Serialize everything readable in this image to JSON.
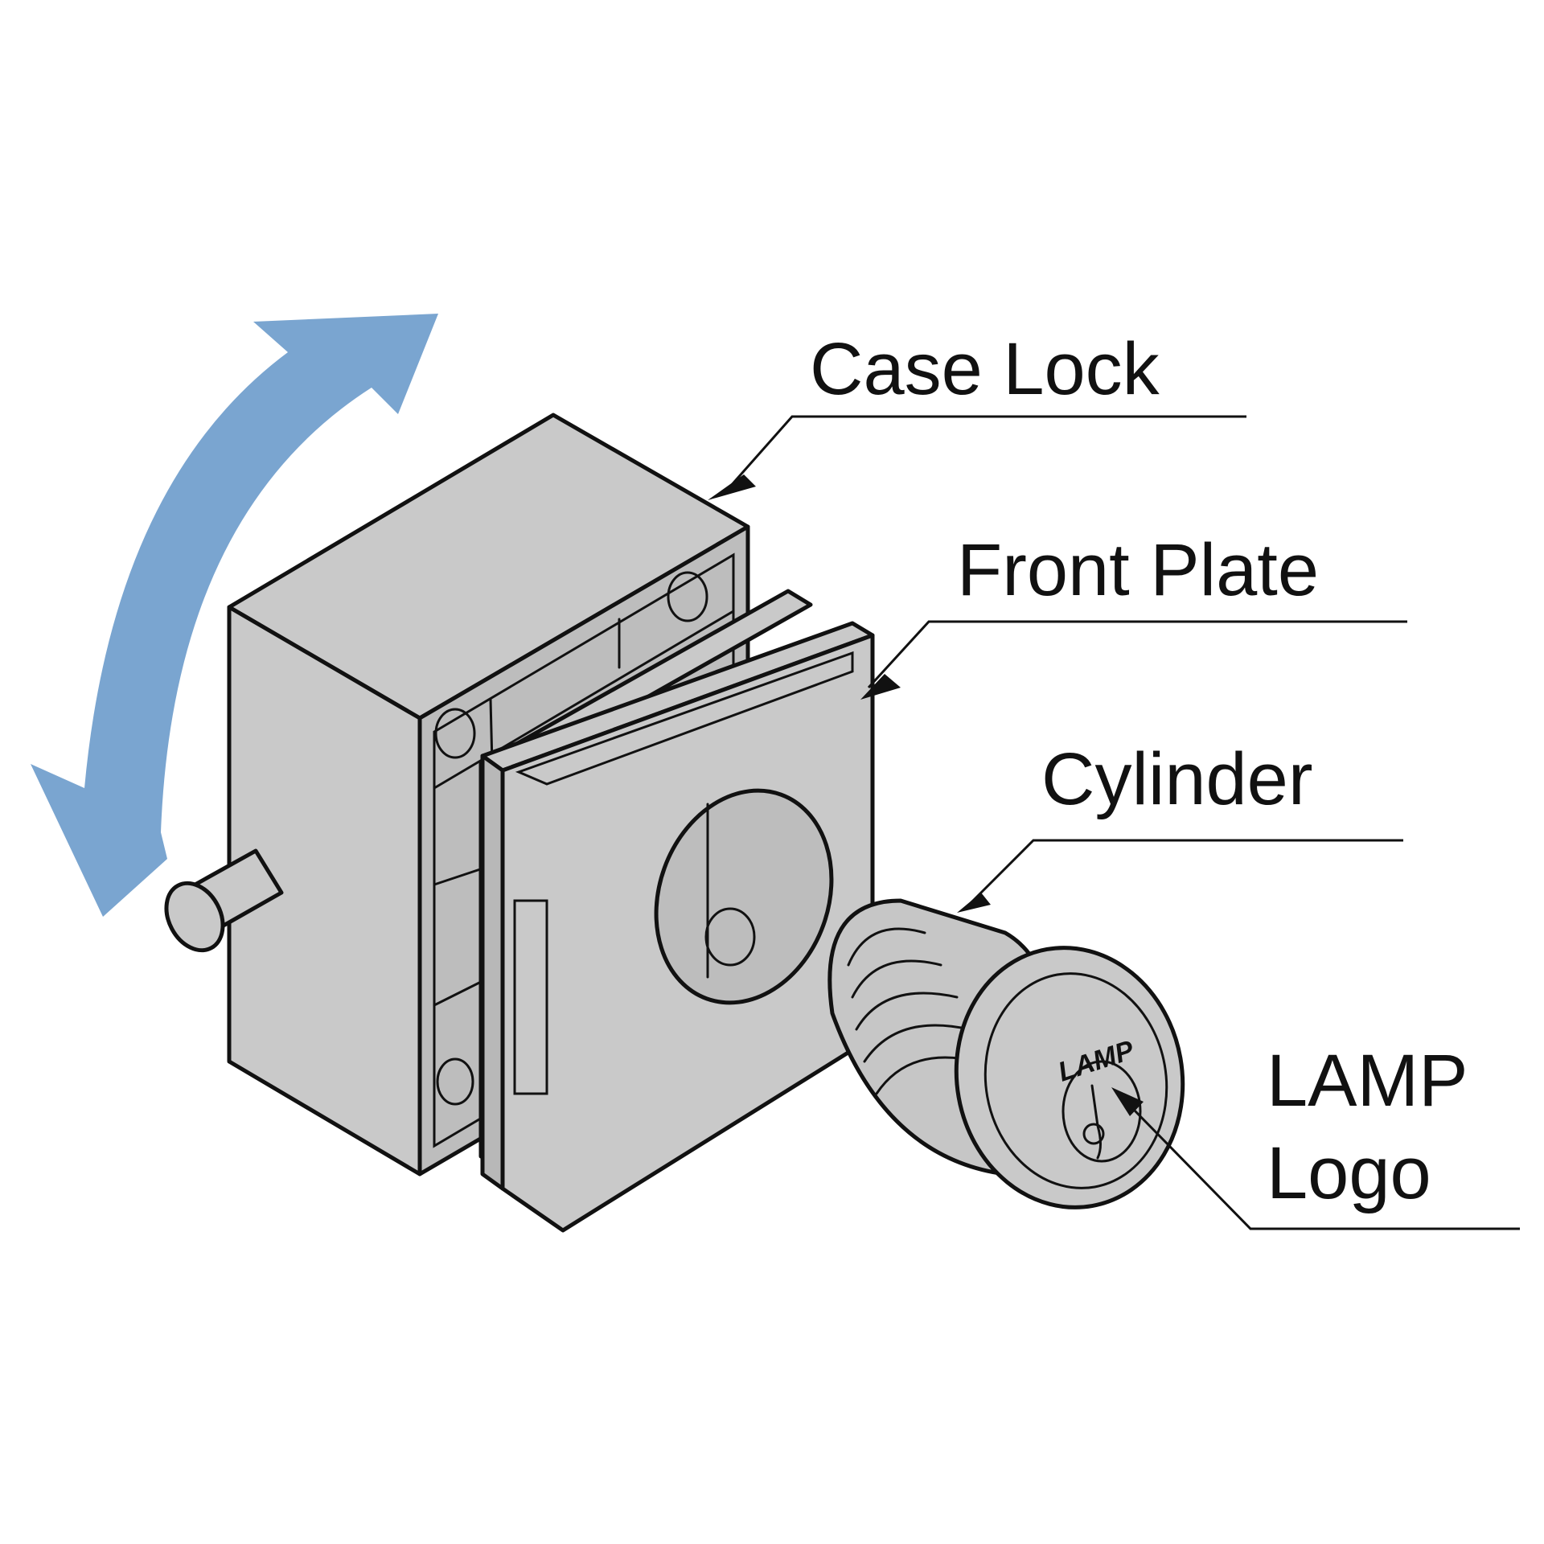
{
  "colors": {
    "body_fill": "#c9c9c9",
    "body_dark": "#b2b2b2",
    "outline": "#111111",
    "arrow": "#7aa5d0",
    "background": "#ffffff"
  },
  "icons": {
    "rotation": "curved-double-arrow-icon"
  },
  "labels": {
    "case_lock": "Case Lock",
    "front_plate": "Front Plate",
    "cylinder": "Cylinder",
    "lamp_logo_line1": "LAMP",
    "lamp_logo_line2": "Logo",
    "cylinder_engraving": "LAMP"
  }
}
